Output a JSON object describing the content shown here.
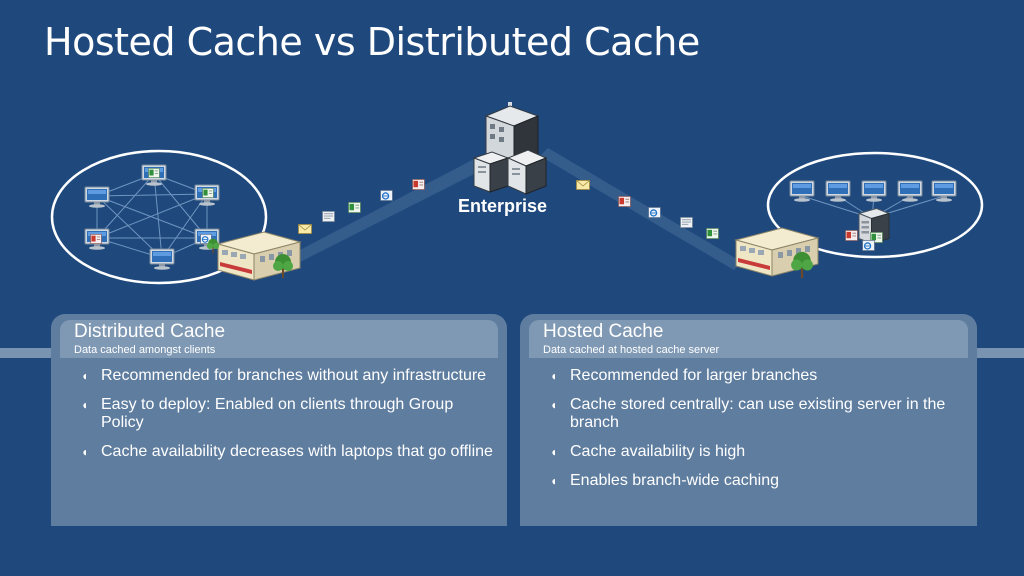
{
  "slide": {
    "title": "Hosted Cache vs Distributed Cache"
  },
  "diagram": {
    "center_label": "Enterprise"
  },
  "panels": [
    {
      "title": "Distributed Cache",
      "subtitle": "Data cached amongst clients",
      "bullets": [
        "Recommended for branches without any infrastructure",
        "Easy to deploy: Enabled on clients through Group Policy",
        "Cache availability decreases with laptops that go offline"
      ]
    },
    {
      "title": "Hosted Cache",
      "subtitle": "Data cached  at hosted cache server",
      "bullets": [
        "Recommended for larger branches",
        "Cache stored centrally: can use existing server in the branch",
        "Cache availability is high",
        "Enables branch-wide caching"
      ]
    }
  ],
  "colors": {
    "background": "#1f497d",
    "panel": "#5f7d9f",
    "panel_header": "#7f99b4"
  },
  "bullet_glyph": "◖"
}
